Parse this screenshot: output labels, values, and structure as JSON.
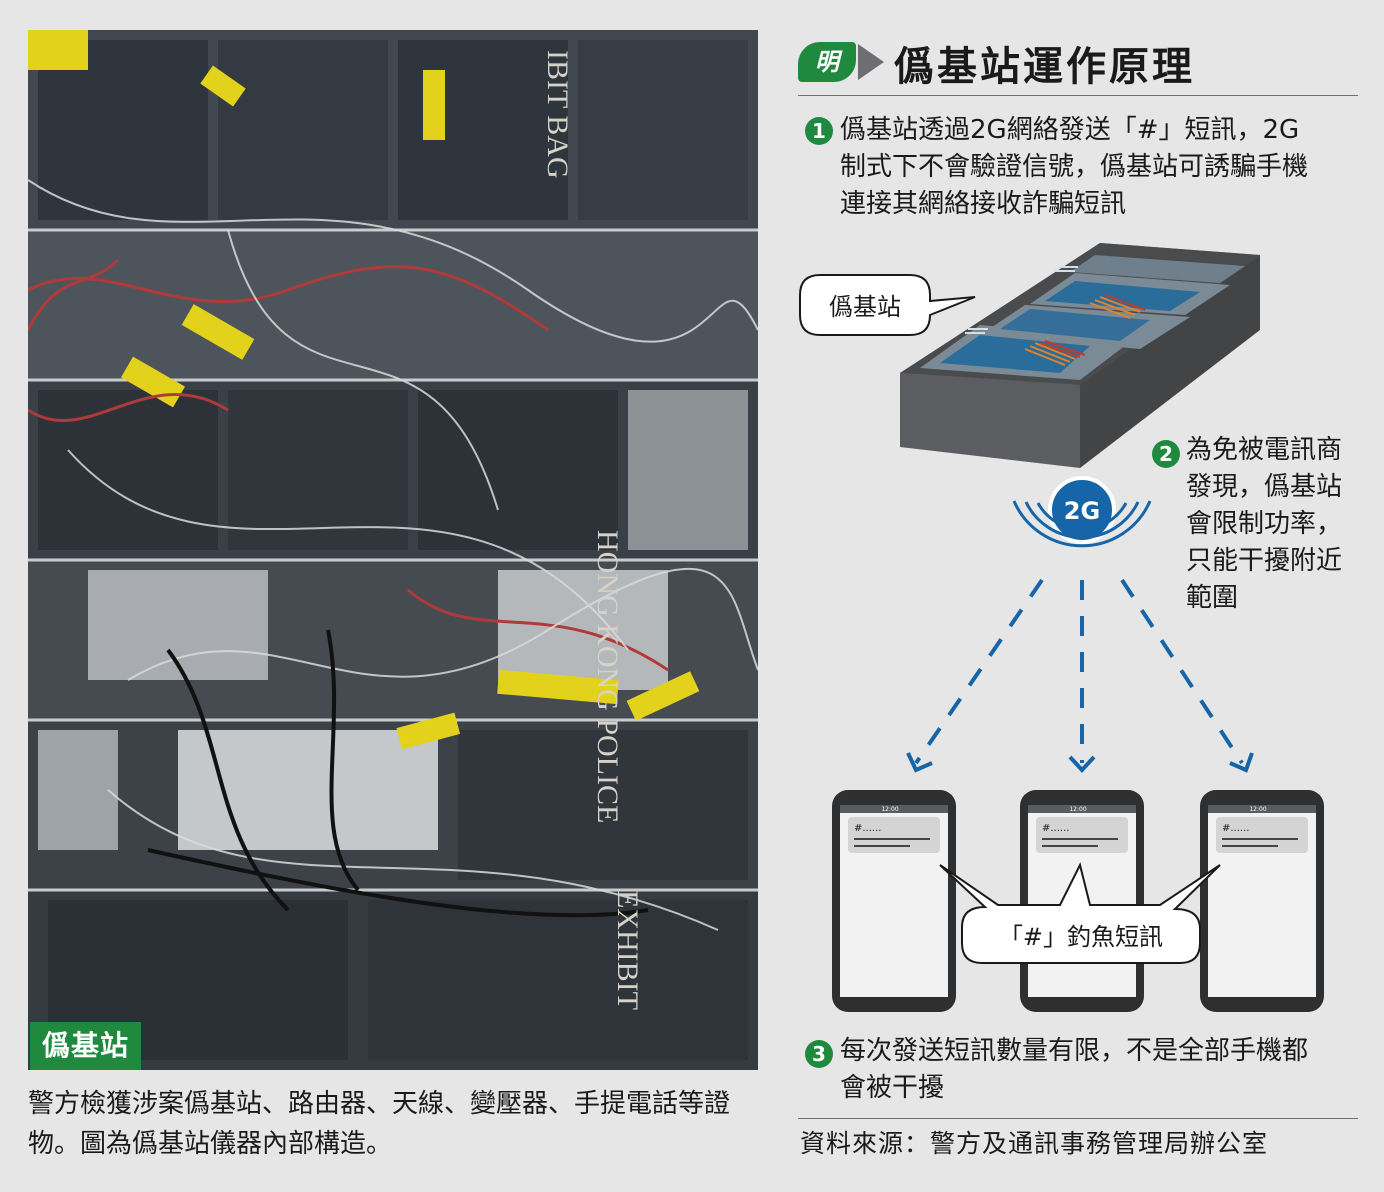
{
  "photo": {
    "tag": "僞基站",
    "caption": "警方檢獲涉案僞基站、路由器、天線、變壓器、手提電話等證物。圖為僞基站儀器內部構造。",
    "watermark_texts": [
      "IBIT BAG",
      "HONG KONG POLICE",
      "EXHIBIT"
    ]
  },
  "header": {
    "badge": "明",
    "title": "僞基站運作原理"
  },
  "steps": [
    {
      "num": "1",
      "lines": [
        "僞基站透過2G網絡發送「#」短訊，2G",
        "制式下不會驗證信號，僞基站可誘騙手機",
        "連接其網絡接收詐騙短訊"
      ]
    },
    {
      "num": "2",
      "lines": [
        "為免被電訊商",
        "發現，僞基站",
        "會限制功率，",
        "只能干擾附近",
        "範圍"
      ]
    },
    {
      "num": "3",
      "lines": [
        "每次發送短訊數量有限，不是全部手機都",
        "會被干擾"
      ]
    }
  ],
  "diagram": {
    "device_label": "僞基站",
    "signal_label": "2G",
    "phone_message": "#......",
    "phone_time": "12:00",
    "sms_bubble": "「#」釣魚短訊"
  },
  "source": "資料來源：警方及通訊事務管理局辦公室",
  "colors": {
    "brand_green": "#1f8a3e",
    "signal_blue": "#1565a8",
    "dark_grey": "#4a4b4d"
  }
}
